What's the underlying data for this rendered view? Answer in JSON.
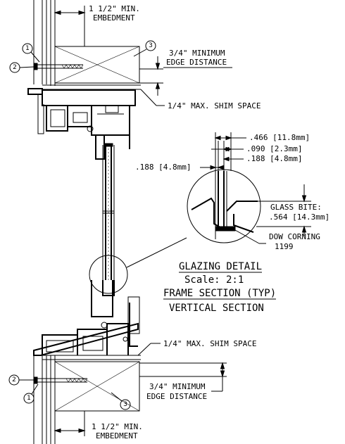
{
  "top": {
    "embedment_line1": "1 1/2\" MIN.",
    "embedment_line2": "EMBEDMENT",
    "edge_line1": "3/4\" MINIMUM",
    "edge_line2": "EDGE DISTANCE",
    "shim": "1/4\" MAX. SHIM SPACE",
    "callout_1": "1",
    "callout_2": "2",
    "callout_3": "3"
  },
  "detail": {
    "dim_466": ".466 [11.8mm]",
    "dim_090": ".090 [2.3mm]",
    "dim_188_right": ".188 [4.8mm]",
    "dim_188_left": ".188 [4.8mm]",
    "glass_bite_line1": "GLASS BITE:",
    "glass_bite_line2": ".564 [14.3mm]",
    "sealant_line1": "DOW CORNING",
    "sealant_line2": "1199"
  },
  "titles": {
    "glazing_detail": "GLAZING DETAIL",
    "scale": "Scale: 2:1",
    "frame_section": "FRAME SECTION (TYP)",
    "vertical_section": "VERTICAL SECTION"
  },
  "bottom": {
    "shim": "1/4\" MAX. SHIM SPACE",
    "edge_line1": "3/4\" MINIMUM",
    "edge_line2": "EDGE DISTANCE",
    "embedment_line1": "1 1/2\" MIN.",
    "embedment_line2": "EMBEDMENT",
    "callout_1": "1",
    "callout_2": "2",
    "callout_3": "3"
  }
}
